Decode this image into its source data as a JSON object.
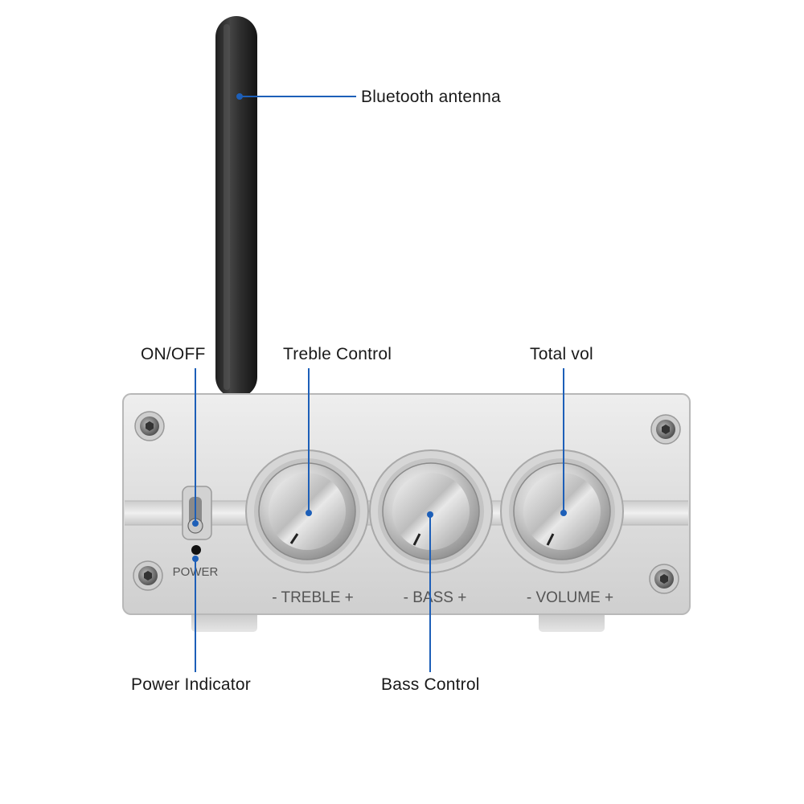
{
  "callouts": {
    "antenna": "Bluetooth antenna",
    "on_off": "ON/OFF",
    "treble": "Treble Control",
    "total_vol": "Total vol",
    "power_indicator": "Power Indicator",
    "bass": "Bass Control"
  },
  "panel_labels": {
    "power": "POWER",
    "treble": "- TREBLE +",
    "bass": "- BASS +",
    "volume": "- VOLUME +"
  },
  "colors": {
    "leader_line": "#1d5fb8",
    "panel": "#dcdcdc",
    "antenna": "#2a2a2a",
    "label_text": "#1a1a1a",
    "panel_text": "#555555"
  }
}
